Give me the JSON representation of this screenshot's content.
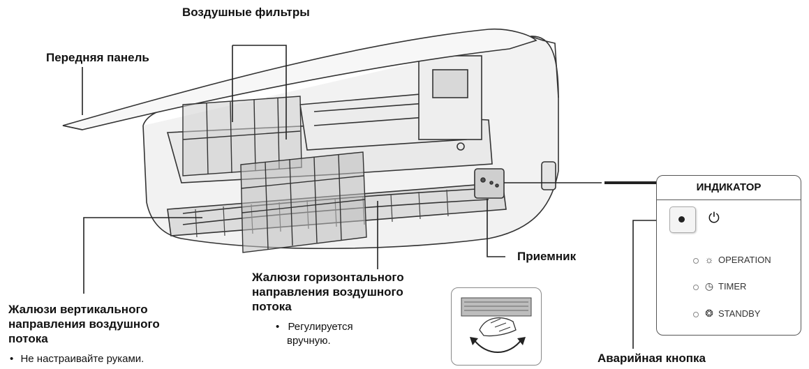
{
  "labels": {
    "filters": "Воздушные фильтры",
    "front_panel": "Передняя панель",
    "receiver": "Приемник",
    "emergency_button": "Аварийная кнопка",
    "vertical_louvers": {
      "line1": "Жалюзи вертикального",
      "line2": "направления воздушного",
      "line3": "потока",
      "note": "Не настраивайте руками."
    },
    "horizontal_louvers": {
      "line1": "Жалюзи горизонтального",
      "line2": "направления воздушного",
      "line3": "потока",
      "note_line1": "Регулируется",
      "note_line2": "вручную."
    }
  },
  "indicator": {
    "title": "ИНДИКАТОР",
    "power_icon": "power-icon",
    "rows": [
      {
        "icon": "sun-icon",
        "label": "OPERATION"
      },
      {
        "icon": "clock-icon",
        "label": "TIMER"
      },
      {
        "icon": "standby-icon",
        "label": "STANDBY"
      }
    ]
  },
  "bullet": "•"
}
